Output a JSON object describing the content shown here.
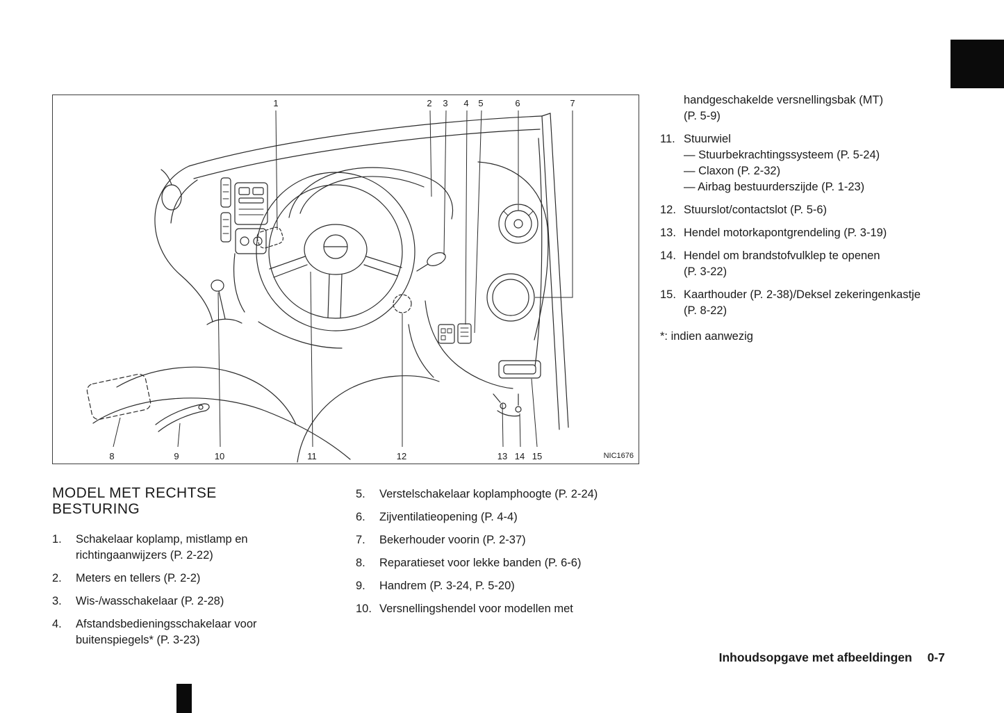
{
  "figure": {
    "code": "NIC1676",
    "callouts_top": [
      "1",
      "2",
      "3",
      "4",
      "5",
      "6",
      "7"
    ],
    "callouts_bottom": [
      "8",
      "9",
      "10",
      "11",
      "12",
      "13",
      "14",
      "15"
    ]
  },
  "left_column": {
    "heading": "MODEL MET RECHTSE BESTURING",
    "items": [
      {
        "num": "1.",
        "text": "Schakelaar koplamp, mistlamp en richtingaanwijzers (P. 2-22)"
      },
      {
        "num": "2.",
        "text": "Meters en tellers (P. 2-2)"
      },
      {
        "num": "3.",
        "text": "Wis-/wasschakelaar (P. 2-28)"
      },
      {
        "num": "4.",
        "text": "Afstandsbedieningsschakelaar voor buitenspiegels* (P. 3-23)"
      }
    ]
  },
  "mid_column": {
    "items": [
      {
        "num": "5.",
        "text": "Verstelschakelaar koplamphoogte (P. 2-24)"
      },
      {
        "num": "6.",
        "text": "Zijventilatieopening (P. 4-4)"
      },
      {
        "num": "7.",
        "text": "Bekerhouder voorin (P. 2-37)"
      },
      {
        "num": "8.",
        "text": "Reparatieset voor lekke banden (P. 6-6)"
      },
      {
        "num": "9.",
        "text": "Handrem (P. 3-24, P. 5-20)"
      },
      {
        "num": "10.",
        "text": "Versnellingshendel voor modellen met"
      }
    ]
  },
  "right_column": {
    "continuation": [
      "handgeschakelde versnellingsbak (MT)",
      "(P. 5-9)"
    ],
    "items": [
      {
        "num": "11.",
        "text": "Stuurwiel",
        "subitems": [
          "— Stuurbekrachtingssysteem (P. 5-24)",
          "— Claxon (P. 2-32)",
          "— Airbag bestuurderszijde (P. 1-23)"
        ]
      },
      {
        "num": "12.",
        "text": "Stuurslot/contactslot (P. 5-6)"
      },
      {
        "num": "13.",
        "text": "Hendel motorkapontgrendeling (P. 3-19)"
      },
      {
        "num": "14.",
        "text": "Hendel om brandstofvulklep te openen",
        "text2": "(P. 3-22)"
      },
      {
        "num": "15.",
        "text": "Kaarthouder (P. 2-38)/Deksel zekeringenkastje",
        "text2": "(P. 8-22)"
      }
    ],
    "footnote": "*: indien aanwezig"
  },
  "footer": {
    "text": "Inhoudsopgave met afbeeldingen",
    "page_number": "0-7"
  }
}
